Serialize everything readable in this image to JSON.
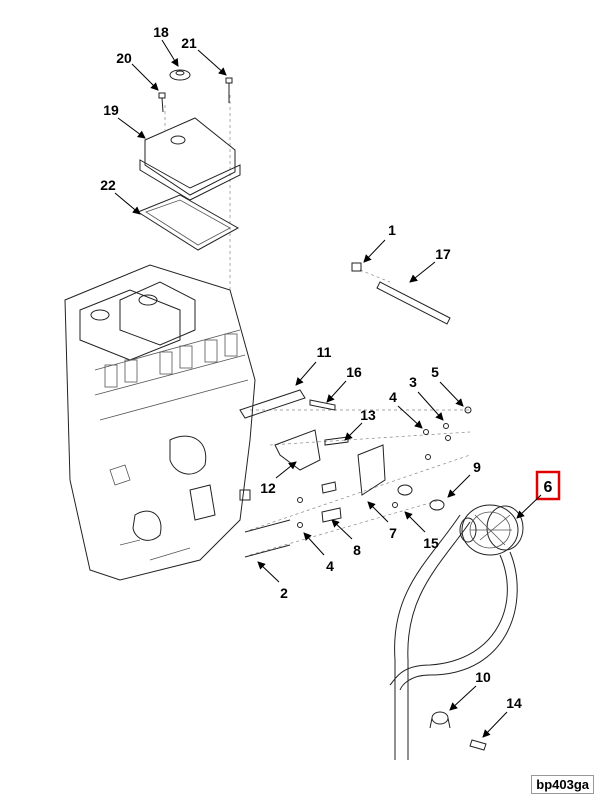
{
  "figure_id": "bp403ga",
  "highlight_color": "#e00000",
  "highlighted_callout": "6",
  "callouts": {
    "c18": "18",
    "c20": "20",
    "c21": "21",
    "c19": "19",
    "c22": "22",
    "c1": "1",
    "c17": "17",
    "c11": "11",
    "c16": "16",
    "c3": "3",
    "c4a": "4",
    "c5": "5",
    "c13": "13",
    "c12": "12",
    "c9": "9",
    "c7": "7",
    "c15": "15",
    "c8": "8",
    "c4b": "4",
    "c2": "2",
    "c6": "6",
    "c10": "10",
    "c14": "14"
  }
}
